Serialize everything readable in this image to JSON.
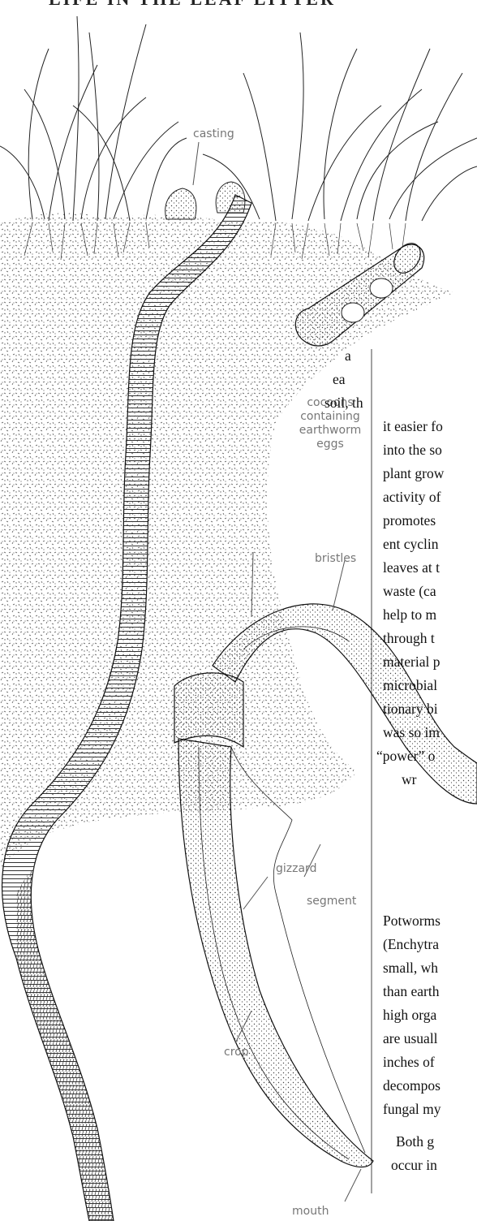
{
  "header": {
    "title": "LIFE IN THE LEAF LITTER"
  },
  "labels": {
    "casting": "casting",
    "cocoons": [
      "cocoons",
      "containing",
      "earthworm",
      "eggs"
    ],
    "bristles": "bristles",
    "gizzard": "gizzard",
    "segment": "segment",
    "crop": "crop",
    "mouth": "mouth"
  },
  "body_text": {
    "para1": [
      "a",
      "ea",
      "soil, th",
      "it easier fo",
      "into the so",
      "plant grow",
      "activity of",
      "promotes",
      "ent cyclin",
      "leaves at t",
      "waste (ca",
      "help to m",
      "through t",
      "material p",
      "microbial",
      "tionary bi",
      "was so im",
      "“power” o",
      "wr"
    ],
    "para2": [
      "Potworms",
      "(Enchytra",
      "small, wh",
      "than earth",
      "high orga",
      "are usuall",
      "inches of",
      "decompos",
      "fungal my"
    ],
    "para3": [
      "Both g",
      "occur in"
    ]
  }
}
